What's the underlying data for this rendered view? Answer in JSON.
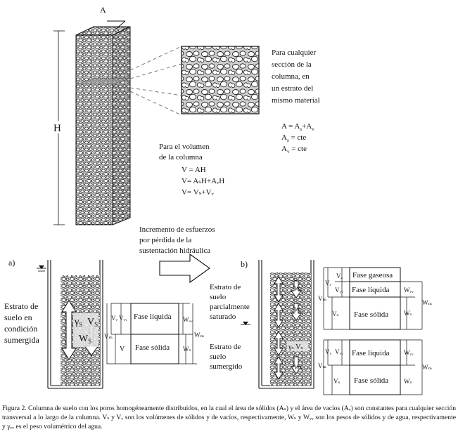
{
  "top": {
    "label_A": "A",
    "label_H": "H",
    "section_text": [
      "Para cualquier",
      "sección de la",
      "columna, en",
      "un estrato del",
      "mismo material"
    ],
    "section_eqs": [
      {
        "base": "A = A",
        "sub1": "s",
        "mid": "+A",
        "sub2": "v"
      },
      {
        "base": "A",
        "sub1": "s",
        "mid": " = cte",
        "sub2": ""
      },
      {
        "base": "A",
        "sub1": "v",
        "mid": " = cte",
        "sub2": ""
      }
    ],
    "volume_text": [
      "Para el volumen",
      "de la columna"
    ],
    "volume_eqs": [
      "V = AH",
      "V= AₛH+AᵥH",
      "V= Vₛ+Vᵥ"
    ]
  },
  "arrow_text": [
    "Incremento de esfuerzos",
    "por pérdida de la",
    "sustentación hidráulica"
  ],
  "panel_a": {
    "label": "a)",
    "side_text": [
      "Estrato de",
      "suelo en",
      "condición",
      "sumergida"
    ],
    "gamma": "γ",
    "gamma_sub": "S",
    "V_big": "V",
    "V_big_sub": "S",
    "W_big": "W",
    "W_big_sub": "S",
    "phase_top": "Fase líquida",
    "phase_bottom": "Fase sólida",
    "left_labels": [
      "Vᵥ",
      "Vᵥᵥ",
      "Vₘ",
      "V"
    ],
    "right_labels": [
      "Wᵥᵥ",
      "Wₘ",
      "Wₛ"
    ]
  },
  "panel_b": {
    "label": "b)",
    "side_top": [
      "Estrato de",
      "suelo",
      "parcialmente",
      "saturado"
    ],
    "side_bottom": [
      "Estrato de",
      "suelo",
      "sumergido"
    ],
    "upper_phases": [
      "Fase gaseosa",
      "Fase líquida",
      "Fase sólida"
    ],
    "lower_phases": [
      "Fase líquida",
      "Fase sólida"
    ],
    "gamma_label": "γₛ Vₛ"
  },
  "caption": "Figura 2. Columna de suelo con los poros homogéneamente distribuidos, en la cual el área de sólidos (Aₛ) y el área de vacíos (Aᵥ) son constantes para cualquier sección transversal a lo largo de la columna. Vₛ y Vᵥ son los volúmenes de sólidos y de vacíos, respectivamente, Wₛ y Wᵥᵥ son los pesos de sólidos y de agua, respectivamente y γᵥᵥ es el peso volumétrico del agua."
}
